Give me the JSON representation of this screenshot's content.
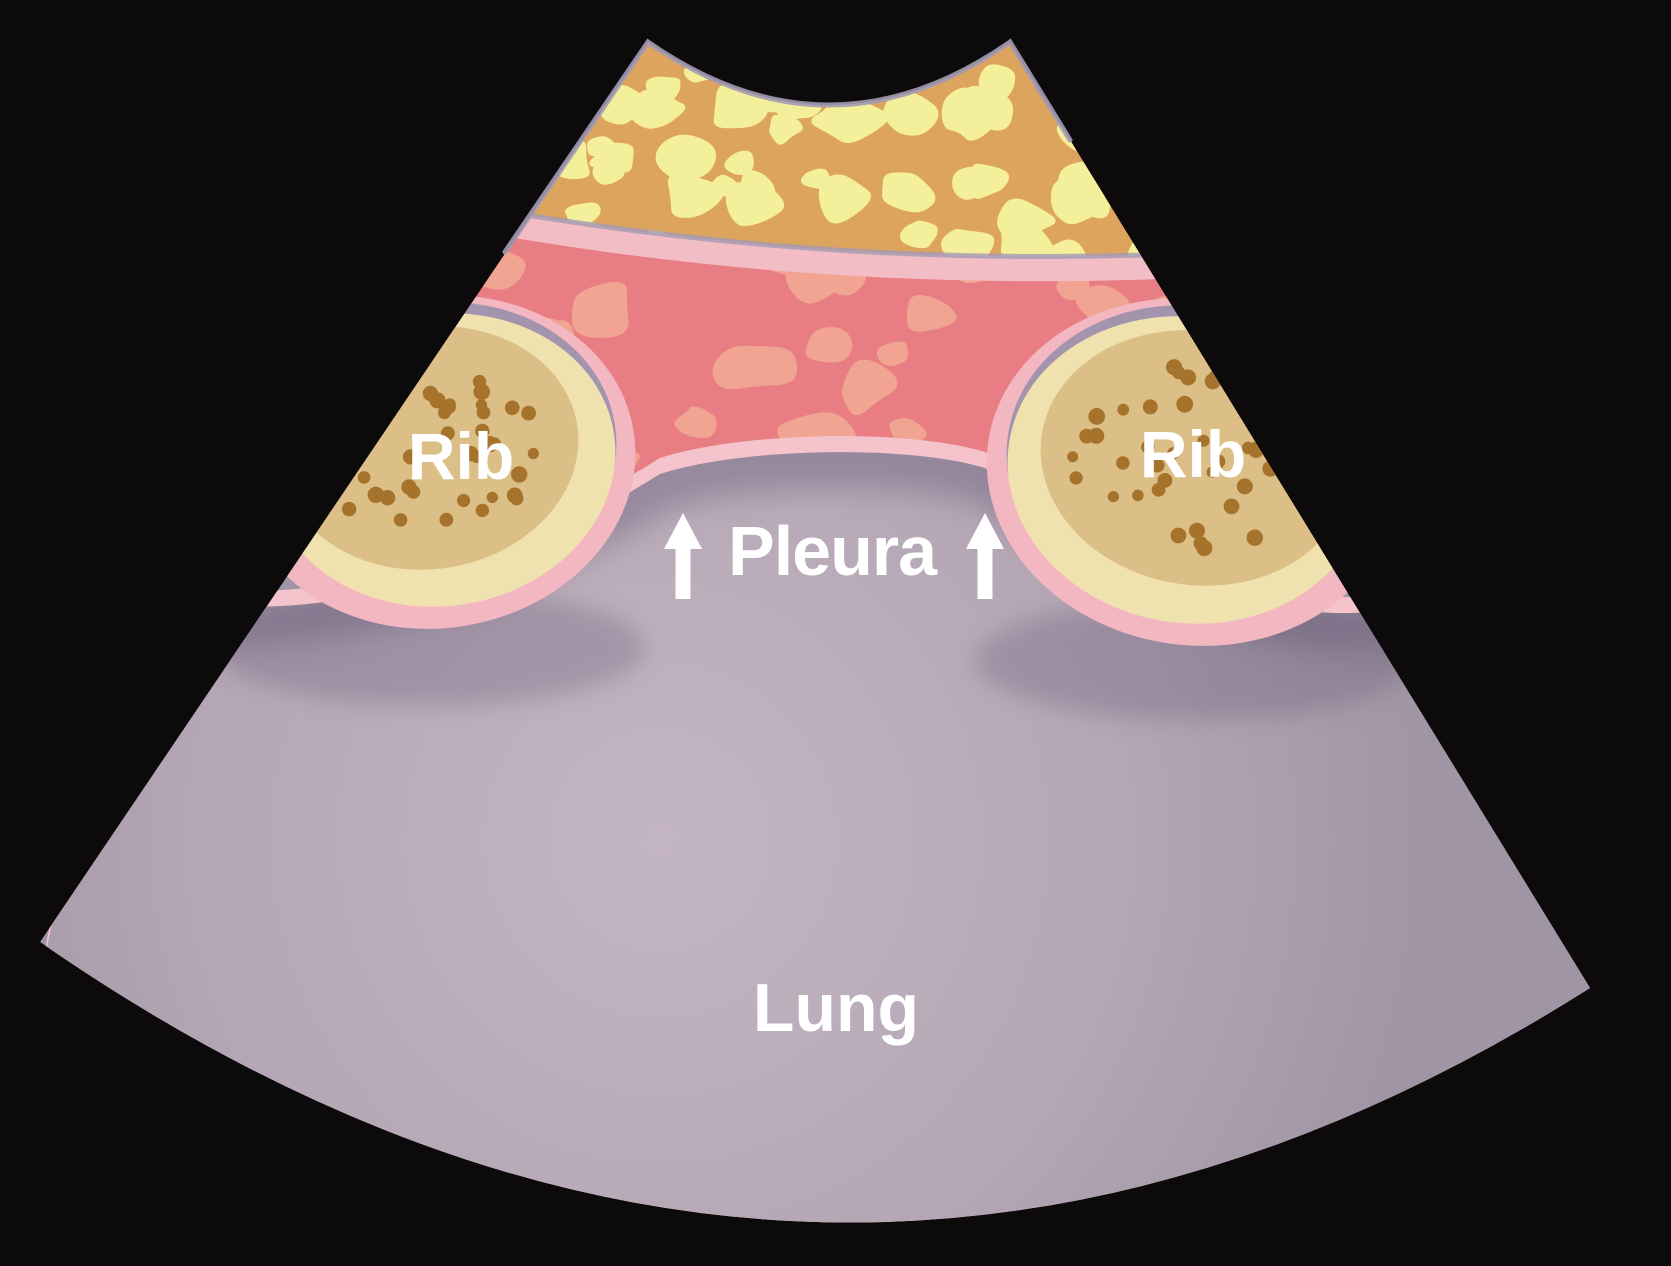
{
  "figure": {
    "kind": "lung-ultrasound-anatomy-illustration",
    "labels": {
      "rib_left": "Rib",
      "rib_right": "Rib",
      "pleura": "Pleura",
      "lung": "Lung"
    },
    "icons": {
      "pleura_arrow_left": "up-arrow",
      "pleura_arrow_right": "up-arrow"
    },
    "palette": {
      "background": "#0c0a0b",
      "fan_outline": "#a29ab3",
      "fat_bg": "#dda45e",
      "fat_blob": "#f4ef9a",
      "fascia_pink": "#f2bdc5",
      "muscle_bg": "#e87d83",
      "muscle_blob": "#f1a491",
      "pleura_pink": "#f5c3cb",
      "rib_ring_pink": "#f3b7c1",
      "rib_shadow_lavender": "#9a90ac",
      "rib_cortex_cream": "#f0e2ae",
      "rib_inner_tan": "#dcbf86",
      "rib_dot_brown": "#a5732c",
      "lung_center": "#c4b5c2",
      "lung_mid": "#b4a6b4",
      "lung_edge": "#a095a4",
      "shadow": "#574a6b",
      "label_color": "#ffffff",
      "arrow_color": "#ffffff"
    }
  }
}
